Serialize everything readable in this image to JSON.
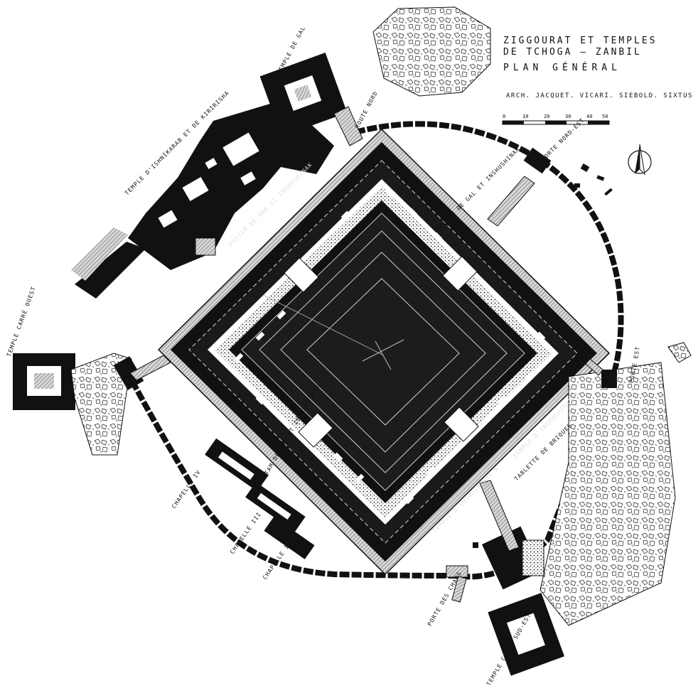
{
  "title": {
    "line1": "ZIGGOURAT ET TEMPLES",
    "line2": "DE TCHOGA — ZANBIL",
    "line3": "PLAN GÉNÉRAL"
  },
  "credits": "ARCH. JACQUET. VICARI. SIEBOLD. SIXTUS",
  "scale": {
    "ticks": [
      "0",
      "10",
      "20",
      "30",
      "40",
      "50 m"
    ]
  },
  "labels": {
    "temple_gal": "TEMPLE DE GAL",
    "route_nord": "ROUTE NORD",
    "temple_ishnikarab": "TEMPLE D'ISHNIKARAB ET DE KIRIRISHA",
    "porte_nord_est": "PORTE NORD-EST",
    "temple_carre_ouest": "TEMPLE CARRÉ OUEST",
    "porte_est": "PORTE EST",
    "chapelle_iv": "CHAPELLE IV",
    "chapelle_iii": "CHAPELLE III",
    "chapelle_ii": "CHAPELLE II",
    "porte_des_chars": "PORTE DES CHARS",
    "temple_carre_sud_est": "TEMPLE CARRÉ SUD-EST",
    "postam_nw": "POSTAM DE ANA ET INSHUSHINAK",
    "postam_ne": "POSTAM DE GAL ET INSHUSHINAK",
    "postam_sw": "POSTAM DE GAL ET INSHUSHINAK",
    "temple_inshushinak": "TEMPLE D'INSHUSHINAK A",
    "temple_inshushinak_b": "TEMPLE D'INSHUSHINAK B",
    "tablette": "TABLETTE DE BRIQUES"
  },
  "colors": {
    "ink": "#111111",
    "paper": "#ffffff",
    "hatch": "#555555"
  },
  "icons": {
    "north_arrow": "north-arrow-icon"
  }
}
